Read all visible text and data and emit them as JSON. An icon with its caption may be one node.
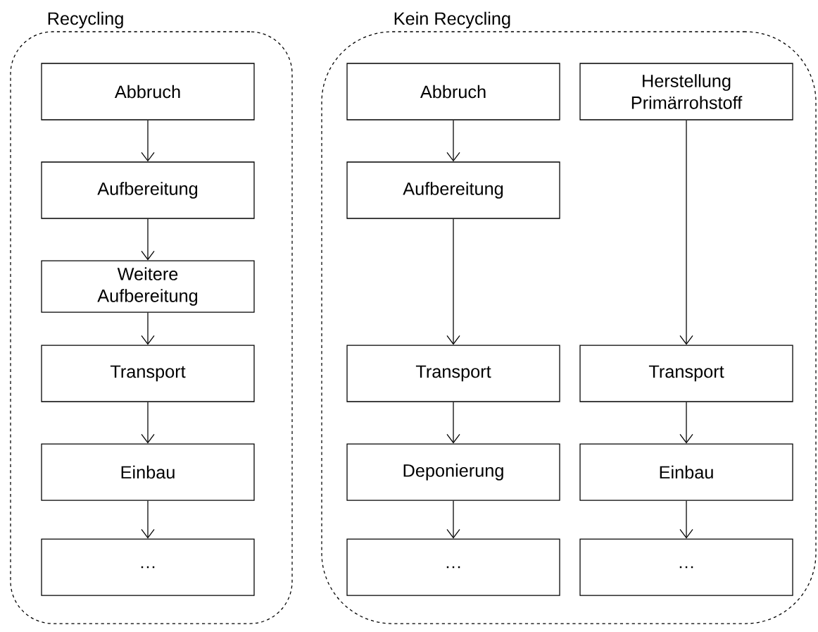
{
  "diagram": {
    "nodes": [
      {
        "text": [
          "Recycling"
        ]
      },
      {
        "text": [
          "Abbruch"
        ],
        "in": 0
      },
      {
        "text": [
          "Aufbereitung"
        ],
        "in": 0
      },
      {
        "text": [
          "Weitere Aufbereitung"
        ],
        "in": 0
      },
      {
        "text": [
          "Transport"
        ],
        "in": 0
      },
      {
        "text": [
          "Einbau"
        ],
        "in": 0
      },
      {
        "text": [
          "…"
        ],
        "in": 0
      },
      {
        "text": [
          "Kein Recycling"
        ]
      },
      {
        "text": [
          "Abbruch"
        ],
        "in": 7
      },
      {
        "text": [
          "Herstellung Primärrohstoff"
        ],
        "in": 7
      },
      {
        "text": [
          "Aufbereitung"
        ],
        "in": 7
      },
      {
        "text": [
          "Transport"
        ],
        "in": 7
      },
      {
        "text": [
          "Transport"
        ],
        "in": 7
      },
      {
        "text": [
          "Deponierung"
        ],
        "in": 7
      },
      {
        "text": [
          "Einbau"
        ],
        "in": 7
      },
      {
        "text": [
          "…"
        ],
        "in": 7
      },
      {
        "text": [
          "…"
        ],
        "in": 7
      }
    ],
    "edges": [
      {
        "from": 1,
        "to": 2,
        "arrow": "to"
      },
      {
        "from": 2,
        "to": 3,
        "arrow": "to"
      },
      {
        "from": 3,
        "to": 4,
        "arrow": "to"
      },
      {
        "from": 4,
        "to": 5,
        "arrow": "to"
      },
      {
        "from": 5,
        "to": 6,
        "arrow": "to"
      },
      {
        "from": 8,
        "to": 10,
        "arrow": "to"
      },
      {
        "from": 10,
        "to": 11,
        "arrow": "to"
      },
      {
        "from": 11,
        "to": 13,
        "arrow": "to"
      },
      {
        "from": 13,
        "to": 15,
        "arrow": "to"
      },
      {
        "from": 9,
        "to": 12,
        "arrow": "to"
      },
      {
        "from": 12,
        "to": 14,
        "arrow": "to"
      },
      {
        "from": 14,
        "to": 16,
        "arrow": "to"
      }
    ]
  }
}
